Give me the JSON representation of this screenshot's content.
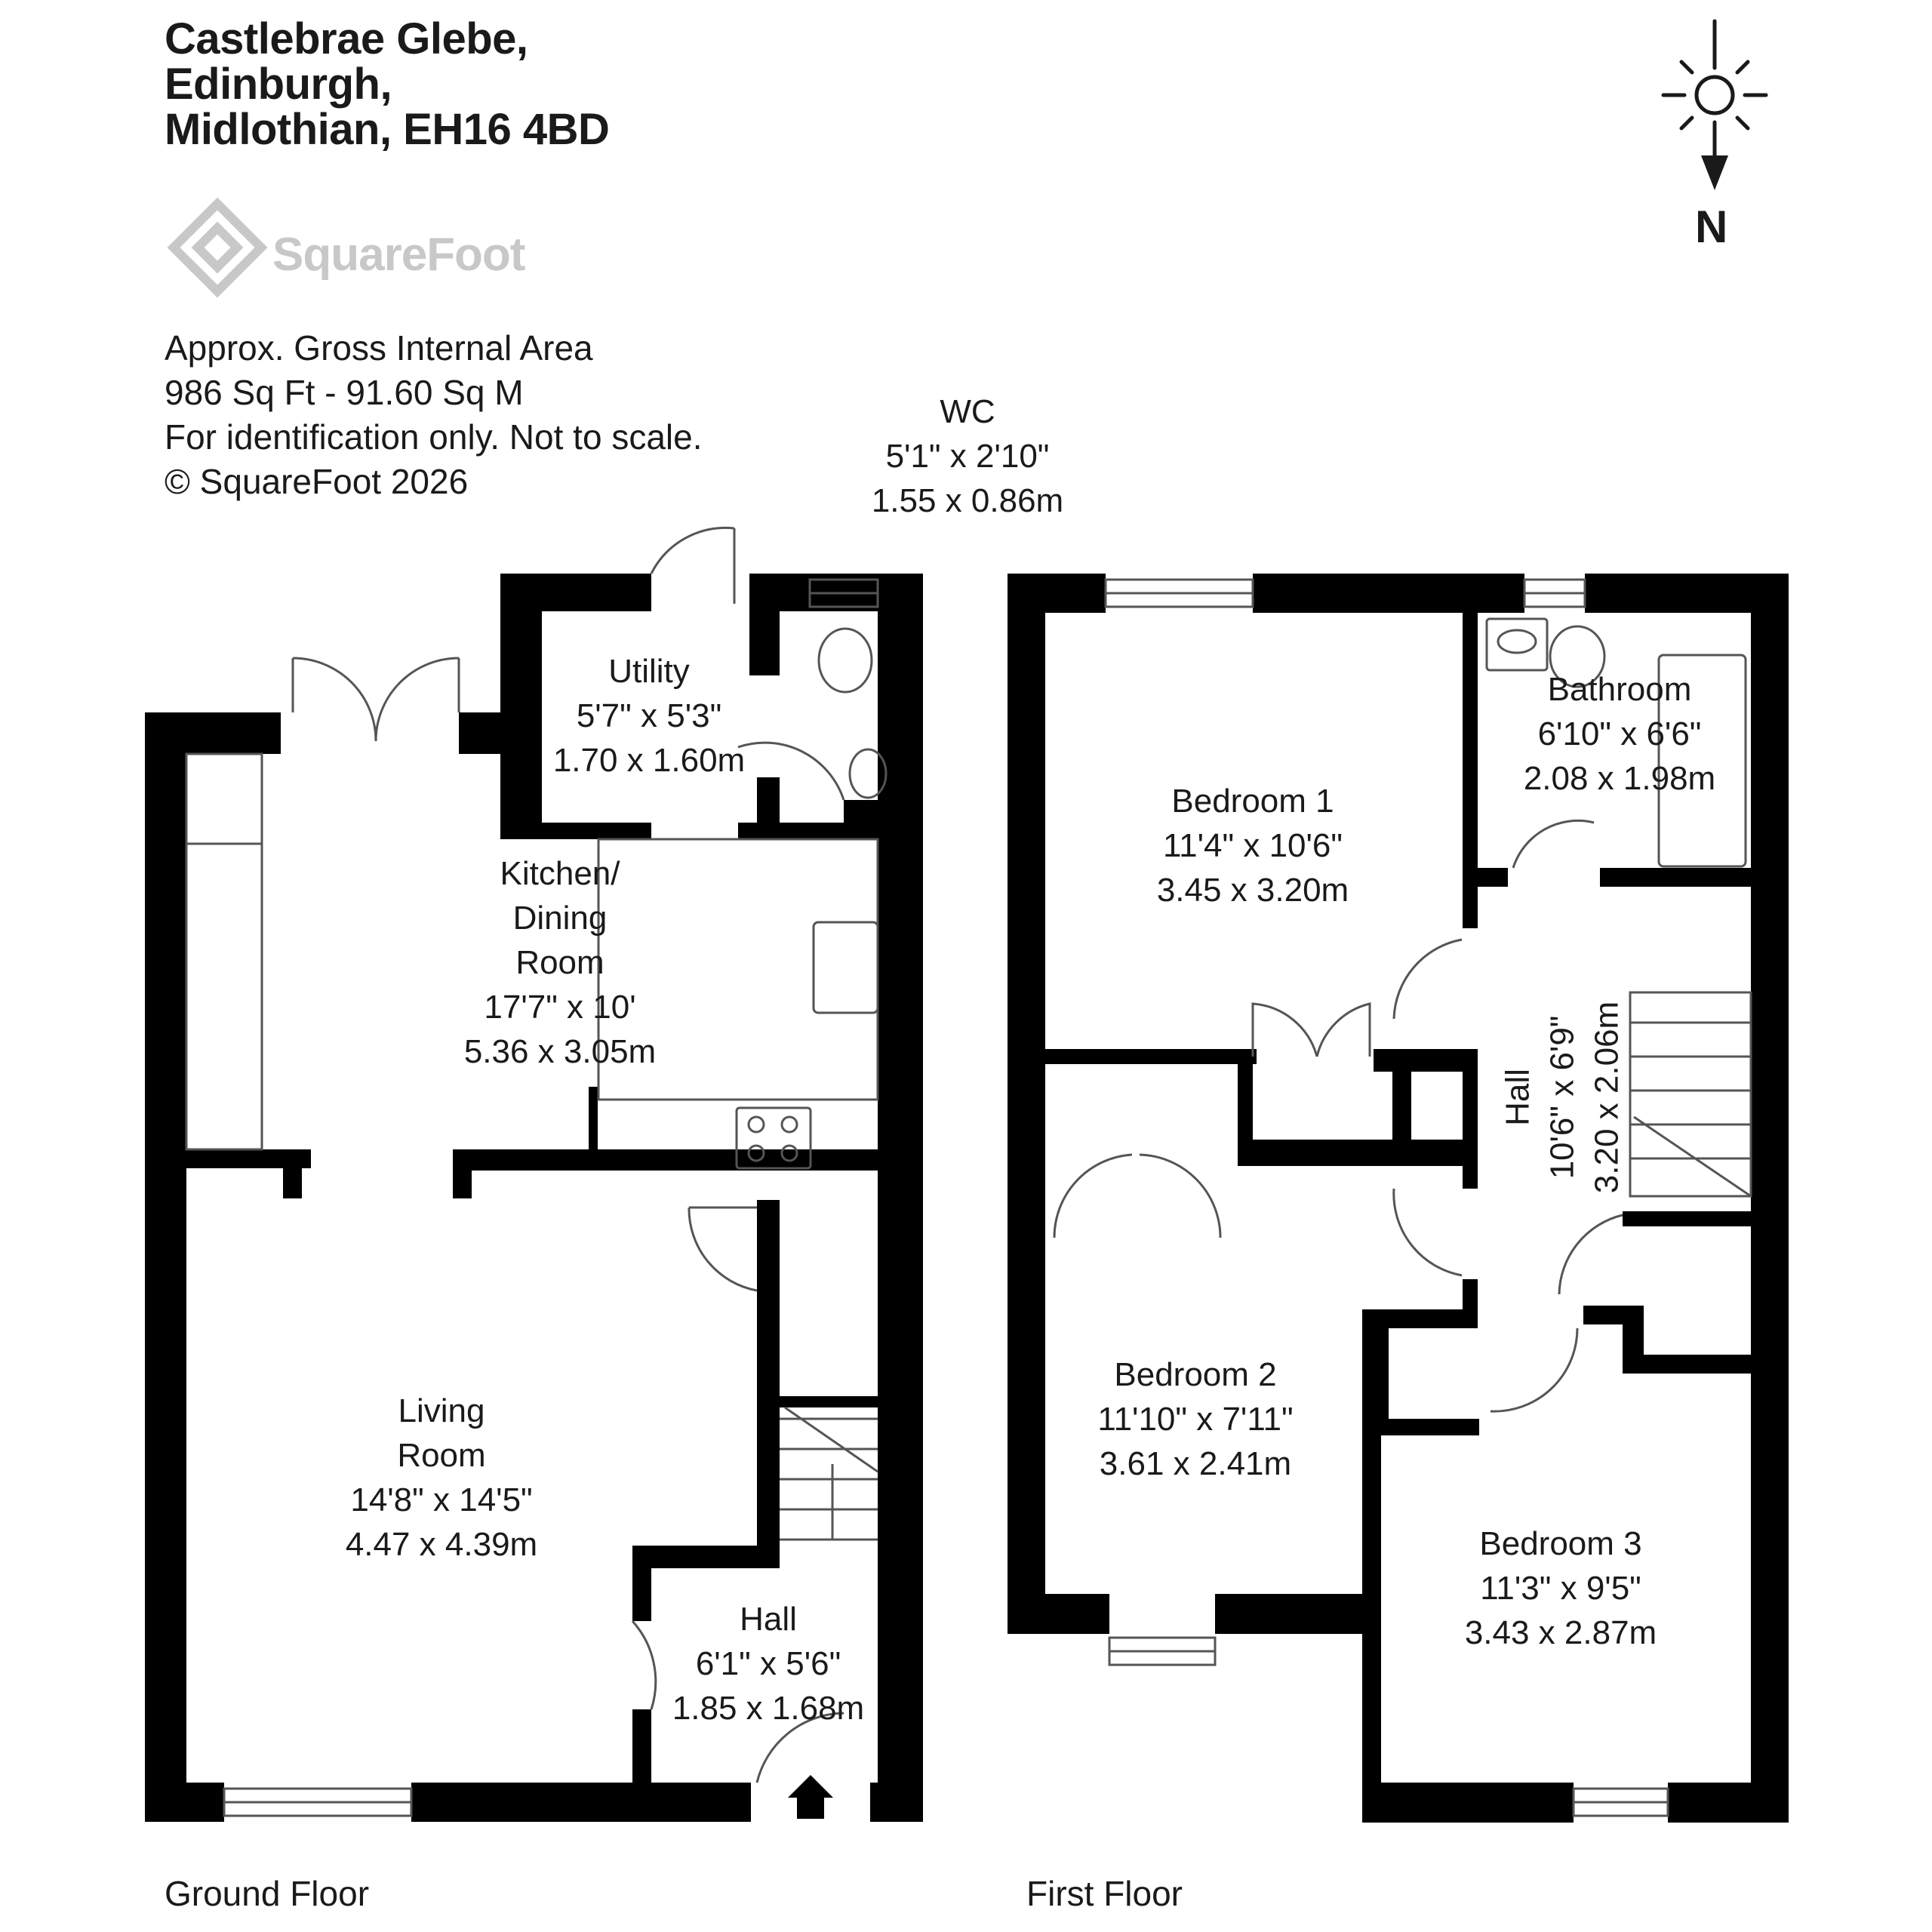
{
  "address": [
    "Castlebrae Glebe,",
    "Edinburgh,",
    "Midlothian, EH16 4BD"
  ],
  "logo": {
    "text": "SquareFoot"
  },
  "info": [
    "Approx. Gross Internal Area",
    "986 Sq Ft  -  91.60 Sq M",
    "For identification only. Not to scale.",
    "© SquareFoot 2026"
  ],
  "compass": {
    "label": "N"
  },
  "floors": {
    "ground": "Ground Floor",
    "first": "First Floor"
  },
  "rooms": {
    "wc": {
      "name": "WC",
      "imperial": "5'1\" x 2'10\"",
      "metric": "1.55 x 0.86m"
    },
    "utility": {
      "name": "Utility",
      "imperial": "5'7\" x 5'3\"",
      "metric": "1.70 x 1.60m"
    },
    "kitchen": {
      "name1": "Kitchen/",
      "name2": "Dining",
      "name3": "Room",
      "imperial": "17'7\" x 10'",
      "metric": "5.36 x 3.05m"
    },
    "living": {
      "name1": "Living",
      "name2": "Room",
      "imperial": "14'8\" x 14'5\"",
      "metric": "4.47 x 4.39m"
    },
    "hall_ground": {
      "name": "Hall",
      "imperial": "6'1\" x 5'6\"",
      "metric": "1.85 x 1.68m"
    },
    "bedroom1": {
      "name": "Bedroom 1",
      "imperial": "11'4\" x 10'6\"",
      "metric": "3.45 x 3.20m"
    },
    "bathroom": {
      "name": "Bathroom",
      "imperial": "6'10\" x 6'6\"",
      "metric": "2.08 x 1.98m"
    },
    "hall_first": {
      "name": "Hall",
      "imperial": "10'6\" x 6'9\"",
      "metric": "3.20 x 2.06m"
    },
    "bedroom2": {
      "name": "Bedroom 2",
      "imperial": "11'10\" x 7'11\"",
      "metric": "3.61 x 2.41m"
    },
    "bedroom3": {
      "name": "Bedroom 3",
      "imperial": "11'3\" x 9'5\"",
      "metric": "3.43 x 2.87m"
    }
  }
}
